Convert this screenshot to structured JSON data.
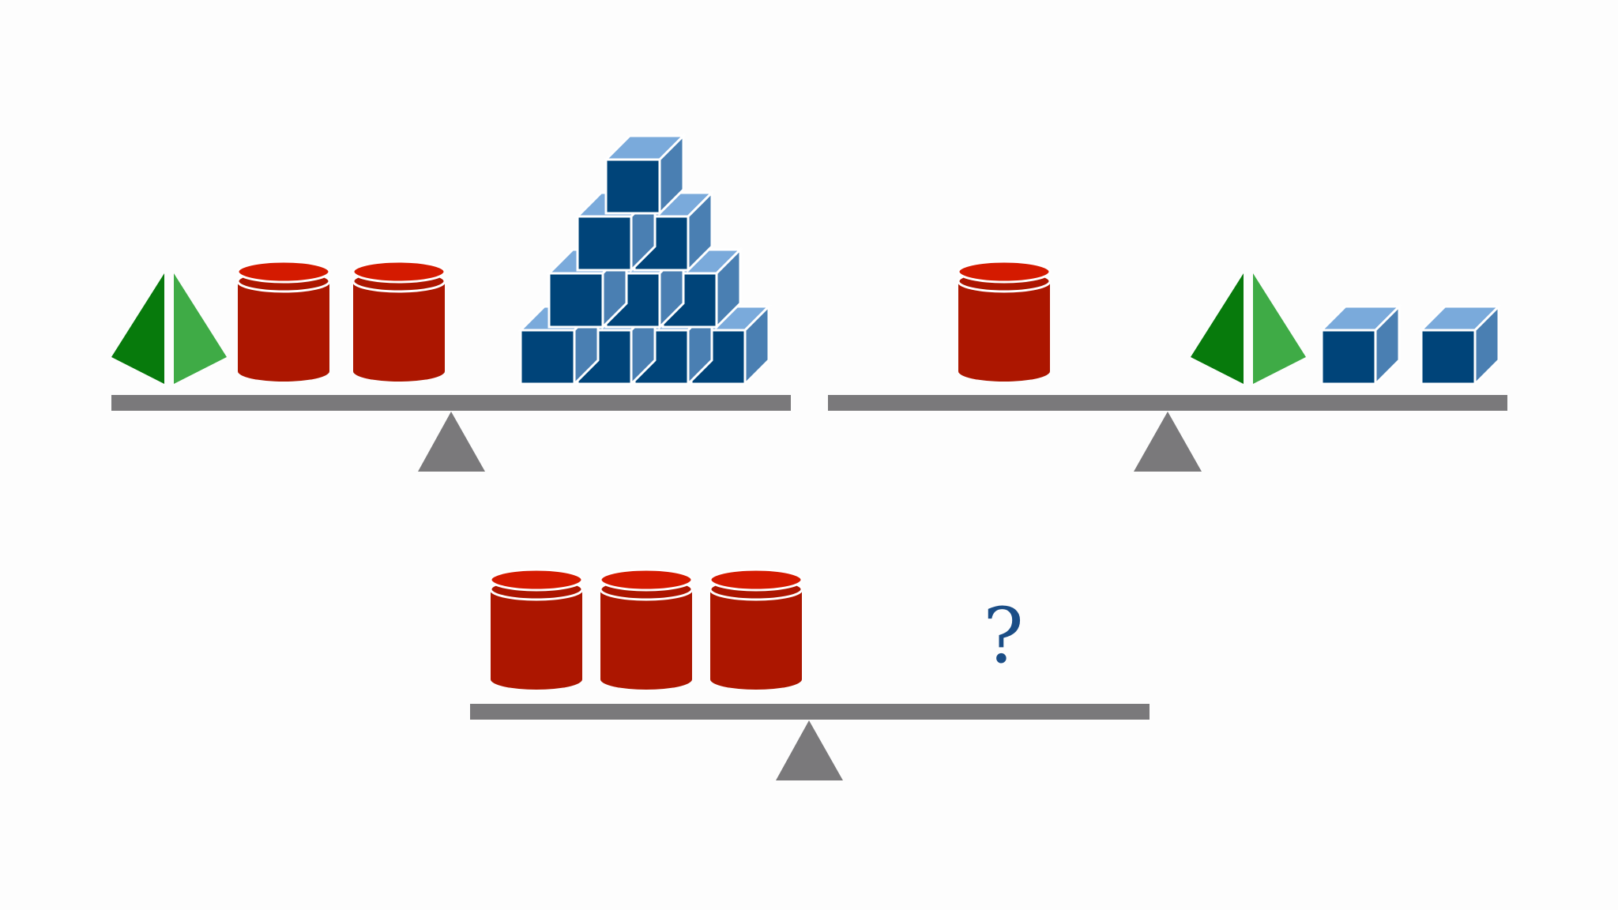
{
  "colors": {
    "background": "#fdfdfd",
    "beam": "#7a797b",
    "cylinder_body": "#ac1600",
    "cylinder_top": "#d41a00",
    "cube_front": "#004479",
    "cube_top": "#7aaadb",
    "cube_side": "#4a7fb2",
    "pyramid_left": "#077a0c",
    "pyramid_right": "#3fab46",
    "question": "#1a4d86"
  },
  "scales": [
    {
      "name": "scale-top-left",
      "left_pan": {
        "pyramid": 1,
        "cylinder": 2,
        "cube": 0
      },
      "right_pan": {
        "pyramid": 0,
        "cylinder": 0,
        "cube": 10
      },
      "balanced": true
    },
    {
      "name": "scale-top-right",
      "left_pan": {
        "pyramid": 0,
        "cylinder": 1,
        "cube": 0
      },
      "right_pan": {
        "pyramid": 1,
        "cylinder": 0,
        "cube": 2
      },
      "balanced": true
    },
    {
      "name": "scale-bottom",
      "left_pan": {
        "pyramid": 0,
        "cylinder": 3,
        "cube": 0
      },
      "right_pan": {
        "unknown": true
      },
      "balanced": true
    }
  ],
  "unknown_label": "?"
}
